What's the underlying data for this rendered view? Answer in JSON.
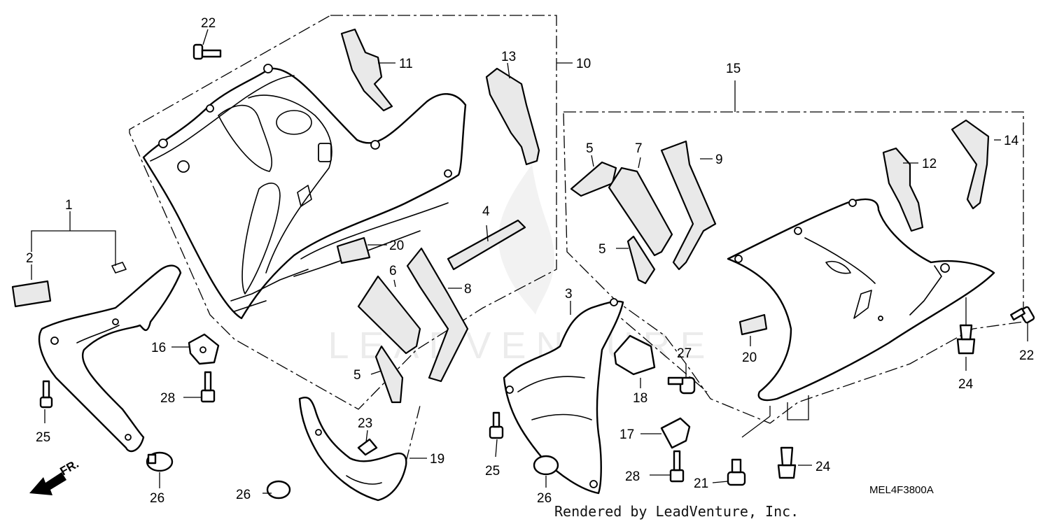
{
  "diagram": {
    "reference_code": "MEL4F3800A",
    "credit": "Rendered by LeadVenture, Inc.",
    "watermark": "LEADVENTURE",
    "direction_label": "FR.",
    "callouts": {
      "c1": "1",
      "c2": "2",
      "c3": "3",
      "c4": "4",
      "c5a": "5",
      "c5b": "5",
      "c5c": "5",
      "c6": "6",
      "c7": "7",
      "c8": "8",
      "c9": "9",
      "c10": "10",
      "c11": "11",
      "c12": "12",
      "c13": "13",
      "c14": "14",
      "c15": "15",
      "c16": "16",
      "c17": "17",
      "c18": "18",
      "c19": "19",
      "c20a": "20",
      "c20b": "20",
      "c21": "21",
      "c22a": "22",
      "c22b": "22",
      "c23": "23",
      "c24a": "24",
      "c24b": "24",
      "c25a": "25",
      "c25b": "25",
      "c26a": "26",
      "c26b": "26",
      "c26c": "26",
      "c27": "27",
      "c28a": "28",
      "c28b": "28"
    }
  }
}
